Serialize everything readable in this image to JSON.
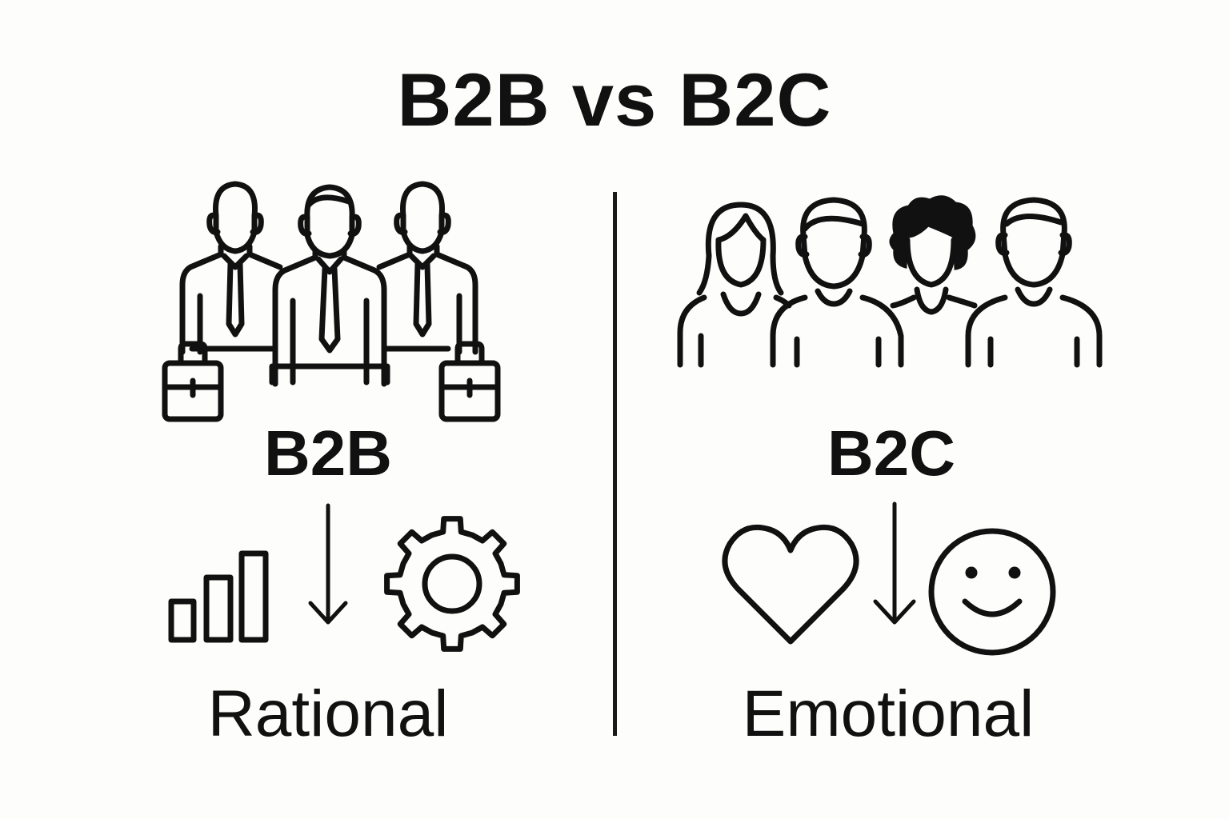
{
  "title": "B2B vs B2C",
  "left": {
    "label": "B2B",
    "outcome": "Rational",
    "icons": [
      "businessmen-group-icon",
      "briefcase-icon",
      "bar-chart-icon",
      "down-arrow-icon",
      "gear-icon"
    ]
  },
  "right": {
    "label": "B2C",
    "outcome": "Emotional",
    "icons": [
      "consumers-group-icon",
      "heart-icon",
      "down-arrow-icon",
      "smiley-icon"
    ]
  },
  "colors": {
    "ink": "#111111",
    "background": "#fdfdfc"
  }
}
